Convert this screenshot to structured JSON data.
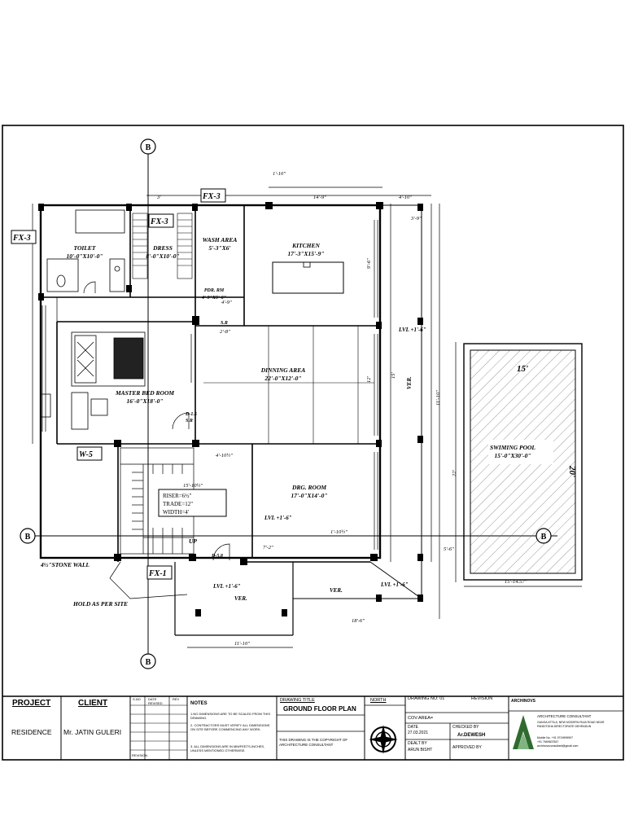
{
  "plan": {
    "rooms": [
      {
        "name": "TOILET",
        "size": "10'-0\"X10'-0\""
      },
      {
        "name": "DRESS",
        "size": "8'-0\"X10'-0\""
      },
      {
        "name": "WASH AREA",
        "size": "5'-3\"X6'"
      },
      {
        "name": "KITCHEN",
        "size": "17'-3\"X15'-9\""
      },
      {
        "name": "PDR. RM",
        "size": "4'-9\"X5'-6\""
      },
      {
        "name": "DINNING AREA",
        "size": "22'-0\"X12'-0\""
      },
      {
        "name": "MASTER BED ROOM",
        "size": "16'-0\"X18'-0\""
      },
      {
        "name": "DRG. ROOM",
        "size": "17'-0\"X14'-0\""
      },
      {
        "name": "SWIMING POOL",
        "size": "15'-0\"X30'-0\""
      }
    ],
    "tags": {
      "fx3_a": "FX-3",
      "fx3_b": "FX-3",
      "fx3_c": "FX-3",
      "fx1": "FX-1",
      "w5": "W-5"
    },
    "stair_note": [
      "RISER=6½\"",
      "TRADE=12\"",
      "WIDTH=4'"
    ],
    "notes": {
      "stone_wall": "4½\"STONE WALL",
      "hold": "HOLD AS PER SITE",
      "lvl1": "LVL\n+1'-6\"",
      "lvl2": "LVL\n+1'-6\"",
      "lvl3": "LVL\n+1'-6\"",
      "lvl4": "LVL\n+1'-6\"",
      "ver1": "VER.",
      "ver2": "VER.",
      "ver3": "VER.",
      "up": "UP",
      "sr1": "S.R",
      "sr2": "S.R",
      "d15": "D-1.5",
      "d58": "D-5.8",
      "pool_w": "15'",
      "pool_h": "20'",
      "grid": "B"
    },
    "dims": [
      "14'-9\"",
      "4'-10\"",
      "3'",
      "1'-10\"",
      "22'",
      "15'",
      "11'-10\"",
      "15'-14.57\"",
      "5'-6\"",
      "3'-9\"",
      "2'-8\"",
      "4'-10½\"",
      "15'-10½\"",
      "1'-10½\"",
      "7'-2\"",
      "11'-10\"",
      "18'-6\"",
      "12'",
      "9'-6\"",
      "4'-9\""
    ]
  },
  "title_block": {
    "project_label": "PROJECT",
    "project_value": "RESIDENCE",
    "client_label": "CLIENT",
    "client_value": "Mr.  JATIN    GULERI",
    "sno": "S.NO",
    "date_revised": "DATE REVISED",
    "rev": "REV",
    "revision_left": "REVISION",
    "notes_label": "NOTES",
    "note1": "1.NO DIMENSIONS ARE TO BE SCALED FROM THIS DRAWING.",
    "note2": "2. CONTRACTORS MUST VERIFY ALL DIMENSIONS ON SITE BEFORE COMMENCING ANY WORK.",
    "note3": "3. ALL DIMENSIONS ARE IN MM/FEETS-INCHES, UNLESS MENTIONED OTHERWISE.",
    "drawing_title_label": "DRAWING TITLE",
    "drawing_title": "GROUND FLOOR PLAN",
    "copyright": "THIS DRAWING IS THE COPYRIGHT OF ARCHITECTURE CONSULTANT",
    "north": "NORTH",
    "drawing_no": "DRAWING NO: 01",
    "revision": "REVISION",
    "cov_area": "COV.AREA=",
    "date_label": "DATE",
    "date_value": "27.03.2021",
    "checked_label": "CHECKED BY",
    "checked_value": "Ar.DEWESH",
    "dealt_label": "DEALT BY",
    "dealt_value": "ARUN BISHT",
    "approved_label": "APPROVED BY",
    "firm_short": "ARCHINOVS",
    "firm_title": "ARCHITECTURE CONSULTANT",
    "firm_addr": "GANGA ATTILA, NEW MODERN RUIA ROAD NEAR PANDITDHA DIRECTORATE DEHRADUN",
    "firm_phone": "Mobile No. +91 9719999597",
    "firm_email": "+91 7669607847",
    "firm_web": "archinovsconsultant@gmail.com"
  }
}
